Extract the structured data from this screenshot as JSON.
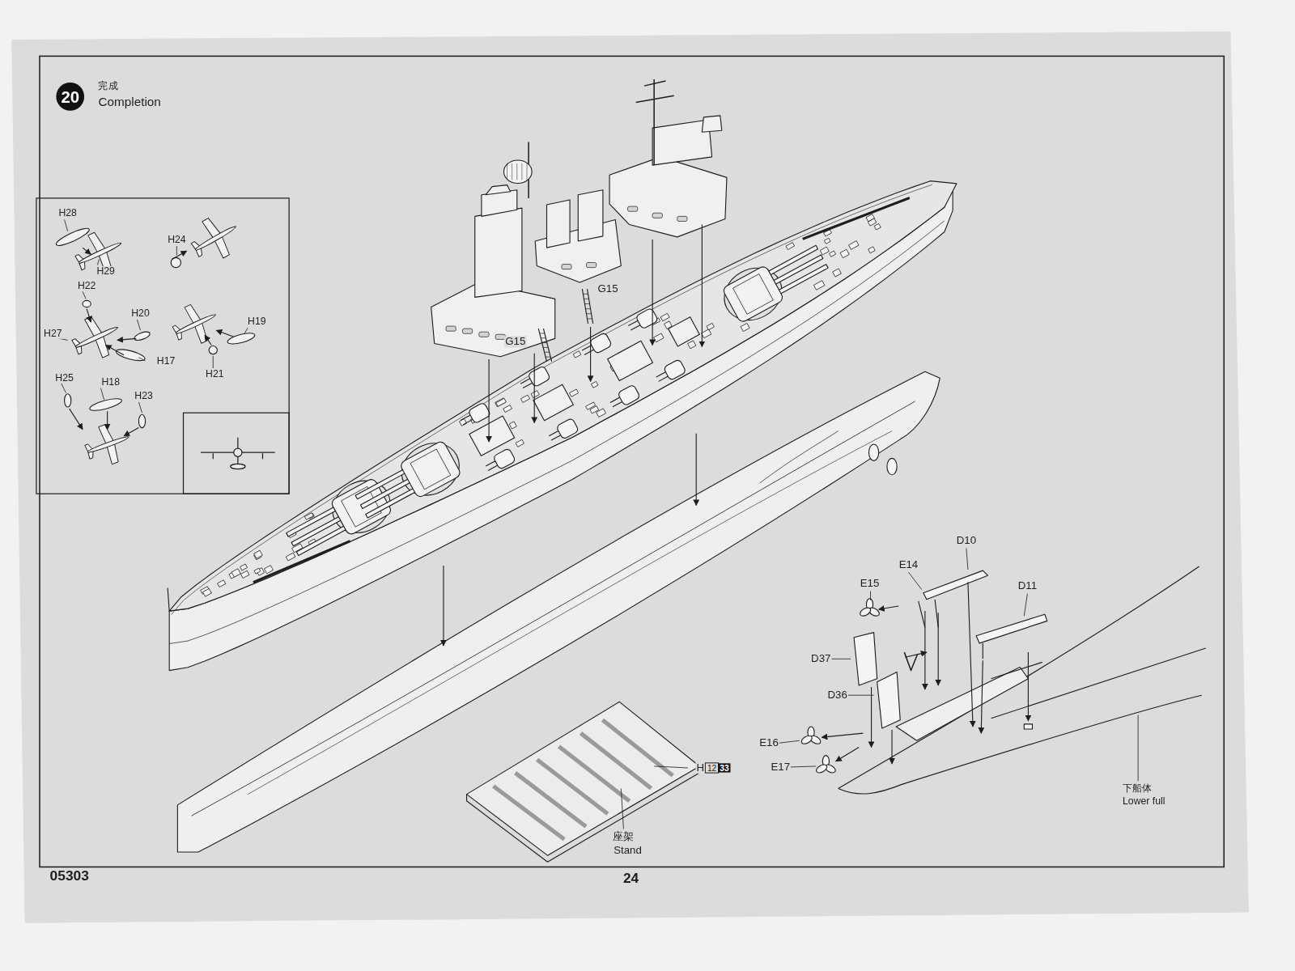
{
  "diagram": {
    "nodes": [
      {
        "text": [
          "20"
        ]
      }
    ],
    "labels": [
      "完成",
      "Completion",
      "H28",
      "H24",
      "H29",
      "H22",
      "H20",
      "H27",
      "H19",
      "H17",
      "H21",
      "H25",
      "H18",
      "H23",
      "G15",
      "G15",
      "D10",
      "E14",
      "E15",
      "D11",
      "D37",
      "D36",
      "E16",
      "E17",
      "H",
      "12",
      "33",
      "座架",
      "Stand",
      "下船体",
      "Lower full",
      "05303",
      "24"
    ]
  }
}
